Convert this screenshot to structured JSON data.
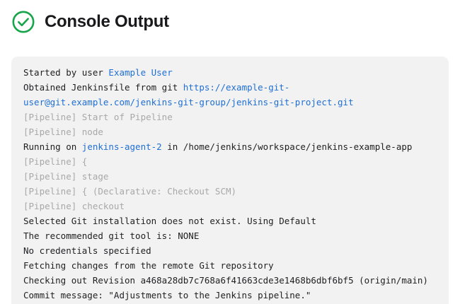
{
  "header": {
    "title": "Console Output",
    "status_icon": "check-circle-icon",
    "status_color": "#17a44a"
  },
  "theme": {
    "panel_background": "#f2f2f2",
    "text_color": "#1f1f21",
    "muted_text_color": "#a8a8a8",
    "link_color": "#1f6fd4"
  },
  "console": {
    "lines": [
      {
        "id": "started-by-user",
        "muted": false,
        "tokens": [
          {
            "text": "Started by user ",
            "link": false
          },
          {
            "text": "Example User",
            "link": true
          }
        ]
      },
      {
        "id": "obtained-jenkinsfile",
        "muted": false,
        "tokens": [
          {
            "text": "Obtained Jenkinsfile from git ",
            "link": false
          },
          {
            "text": "https://example-git-user@git.example.com/jenkins-git-group/jenkins-git-project.git",
            "link": true
          }
        ]
      },
      {
        "id": "pipeline-start-of-pipeline",
        "muted": true,
        "tokens": [
          {
            "text": "[Pipeline] Start of Pipeline",
            "link": false
          }
        ]
      },
      {
        "id": "pipeline-node",
        "muted": true,
        "tokens": [
          {
            "text": "[Pipeline] node",
            "link": false
          }
        ]
      },
      {
        "id": "running-on-agent",
        "muted": false,
        "tokens": [
          {
            "text": "Running on ",
            "link": false
          },
          {
            "text": "jenkins-agent-2",
            "link": true
          },
          {
            "text": " in /home/jenkins/workspace/jenkins-example-app",
            "link": false
          }
        ]
      },
      {
        "id": "pipeline-open-brace",
        "muted": true,
        "tokens": [
          {
            "text": "[Pipeline] {",
            "link": false
          }
        ]
      },
      {
        "id": "pipeline-stage",
        "muted": true,
        "tokens": [
          {
            "text": "[Pipeline] stage",
            "link": false
          }
        ]
      },
      {
        "id": "pipeline-declarative-checkout-scm",
        "muted": true,
        "tokens": [
          {
            "text": "[Pipeline] { (Declarative: Checkout SCM)",
            "link": false
          }
        ]
      },
      {
        "id": "pipeline-checkout",
        "muted": true,
        "tokens": [
          {
            "text": "[Pipeline] checkout",
            "link": false
          }
        ]
      },
      {
        "id": "selected-git-installation",
        "muted": false,
        "tokens": [
          {
            "text": "Selected Git installation does not exist. Using Default",
            "link": false
          }
        ]
      },
      {
        "id": "recommended-git-tool",
        "muted": false,
        "tokens": [
          {
            "text": "The recommended git tool is: NONE",
            "link": false
          }
        ]
      },
      {
        "id": "no-credentials-specified",
        "muted": false,
        "tokens": [
          {
            "text": "No credentials specified",
            "link": false
          }
        ]
      },
      {
        "id": "fetching-changes",
        "muted": false,
        "tokens": [
          {
            "text": "Fetching changes from the remote Git repository",
            "link": false
          }
        ]
      },
      {
        "id": "checking-out-revision",
        "muted": false,
        "tokens": [
          {
            "text": "Checking out Revision a468a28db7c768a6f41663cde3e1468b6dbf6bf5 (origin/main)",
            "link": false
          }
        ]
      },
      {
        "id": "commit-message",
        "muted": false,
        "tokens": [
          {
            "text": "Commit message: \"Adjustments to the Jenkins pipeline.\"",
            "link": false
          }
        ]
      }
    ]
  }
}
